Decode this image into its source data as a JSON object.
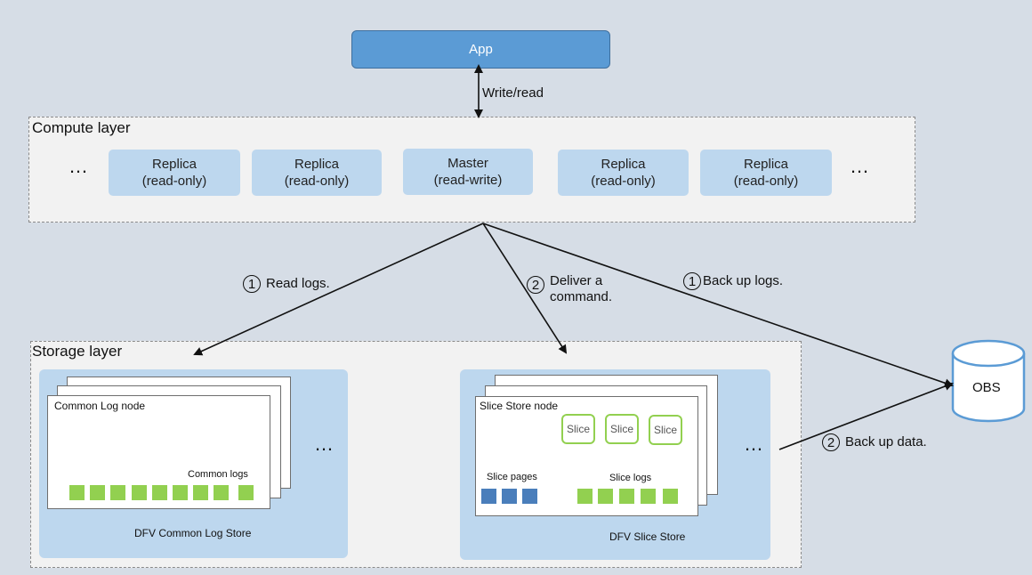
{
  "app": {
    "label": "App"
  },
  "arrows": {
    "write_read": "Write/read"
  },
  "compute": {
    "title": "Compute layer",
    "ellipsis": "…",
    "nodes": [
      {
        "name": "Replica",
        "mode": "(read-only)"
      },
      {
        "name": "Replica",
        "mode": "(read-only)"
      },
      {
        "name": "Master",
        "mode": "(read-write)"
      },
      {
        "name": "Replica",
        "mode": "(read-only)"
      },
      {
        "name": "Replica",
        "mode": "(read-only)"
      }
    ]
  },
  "flows": {
    "read_logs": {
      "step": "1",
      "text": "Read logs."
    },
    "deliver": {
      "step": "2",
      "text1": "Deliver a",
      "text2": "command."
    },
    "backup_logs": {
      "step": "1",
      "text": "Back up logs."
    },
    "backup_data": {
      "step": "2",
      "text": "Back up data."
    }
  },
  "storage": {
    "title": "Storage layer",
    "ellipsis": "…",
    "log_store": {
      "node_title": "Common Log node",
      "logs_label": "Common logs",
      "store_label": "DFV Common Log Store"
    },
    "slice_store": {
      "node_title": "Slice Store node",
      "slice_label": "Slice",
      "pages_label": "Slice pages",
      "logs_label": "Slice logs",
      "store_label": "DFV Slice Store"
    }
  },
  "obs": {
    "label": "OBS"
  },
  "colors": {
    "app": "#5b9bd5",
    "node": "#bdd7ee",
    "green": "#92d050",
    "blue": "#4a7ebb",
    "background": "#d6dde6"
  }
}
